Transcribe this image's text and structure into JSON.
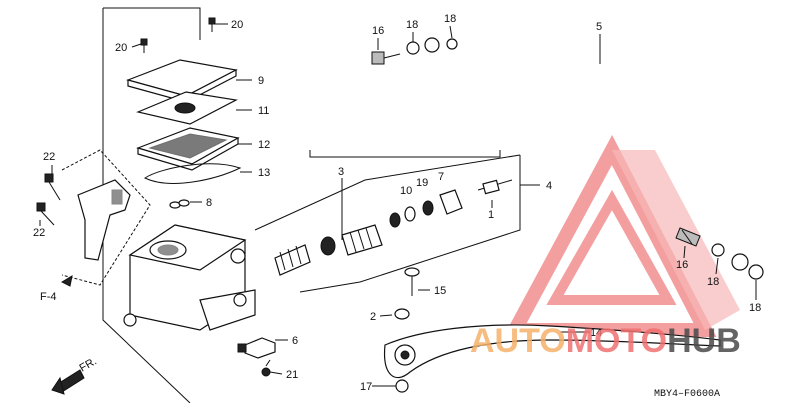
{
  "diagram": {
    "drawing_code": "MBY4–F0600A",
    "front_marker": "FR.",
    "frame_ref": "F-4",
    "callouts": [
      {
        "id": "c1",
        "label": "1"
      },
      {
        "id": "c2",
        "label": "2"
      },
      {
        "id": "c3",
        "label": "3"
      },
      {
        "id": "c4",
        "label": "4"
      },
      {
        "id": "c5",
        "label": "5"
      },
      {
        "id": "c6",
        "label": "6"
      },
      {
        "id": "c7",
        "label": "7"
      },
      {
        "id": "c8",
        "label": "8"
      },
      {
        "id": "c9",
        "label": "9"
      },
      {
        "id": "c10",
        "label": "10"
      },
      {
        "id": "c11",
        "label": "11"
      },
      {
        "id": "c12",
        "label": "12"
      },
      {
        "id": "c13",
        "label": "13"
      },
      {
        "id": "c14",
        "label": "14"
      },
      {
        "id": "c15",
        "label": "15"
      },
      {
        "id": "c16a",
        "label": "16"
      },
      {
        "id": "c16b",
        "label": "16"
      },
      {
        "id": "c17",
        "label": "17"
      },
      {
        "id": "c18a",
        "label": "18"
      },
      {
        "id": "c18b",
        "label": "18"
      },
      {
        "id": "c18c",
        "label": "18"
      },
      {
        "id": "c18d",
        "label": "18"
      },
      {
        "id": "c19",
        "label": "19"
      },
      {
        "id": "c20a",
        "label": "20"
      },
      {
        "id": "c20b",
        "label": "20"
      },
      {
        "id": "c21",
        "label": "21"
      },
      {
        "id": "c22a",
        "label": "22"
      },
      {
        "id": "c22b",
        "label": "22"
      }
    ]
  },
  "watermark": {
    "text_part1": "AUTO",
    "text_part2": "MOTO",
    "text_part3": "HUB",
    "colors": {
      "accent": "#f07070",
      "orange": "#f5b16a",
      "dark": "#4a4a4a"
    }
  }
}
